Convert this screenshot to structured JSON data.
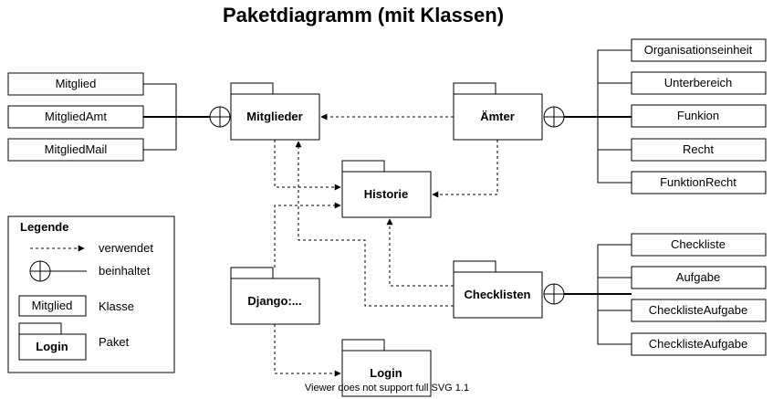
{
  "title": "Paketdiagramm (mit Klassen)",
  "packages": {
    "mitglieder": "Mitglieder",
    "aemter": "Ämter",
    "historie": "Historie",
    "django": "Django:...",
    "checklisten": "Checklisten",
    "login": "Login"
  },
  "classes": {
    "mitglieder": [
      "Mitglied",
      "MitgliedAmt",
      "MitgliedMail"
    ],
    "aemter": [
      "Organisationseinheit",
      "Unterbereich",
      "Funkion",
      "Recht",
      "FunktionRecht"
    ],
    "checklisten": [
      "Checkliste",
      "Aufgabe",
      "ChecklisteAufgabe",
      "ChecklisteAufgabe"
    ]
  },
  "legend": {
    "title": "Legende",
    "uses": "verwendet",
    "contains": "beinhaltet",
    "class_sample": "Mitglied",
    "class_label": "Klasse",
    "package_sample": "Login",
    "package_label": "Paket"
  },
  "viewer_note": "Viewer does not support full SVG 1.1"
}
